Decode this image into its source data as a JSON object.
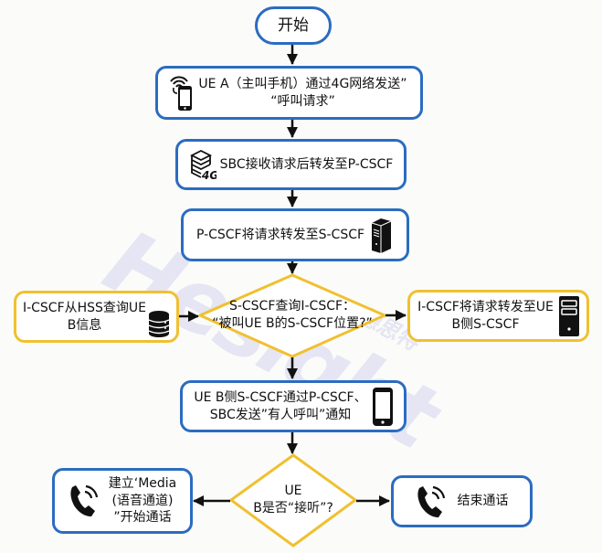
{
  "diagram": {
    "type": "flowchart",
    "colors": {
      "process_border": "#2b6cc0",
      "decision_border": "#f0c030",
      "arrow": "#111111",
      "watermark": "#9696e1"
    },
    "watermark": {
      "brand": "Hesight",
      "brand_cn": "德思特"
    },
    "nodes": {
      "start": {
        "label": "开始",
        "shape": "terminal"
      },
      "ue_a_send": {
        "label": "UE A（主叫手机）通过4G网络发送”\n“呼叫请求”",
        "icon": "wifi-phone-icon"
      },
      "sbc_forward": {
        "label": "SBC接收请求后转发至P-CSCF",
        "icon": "4g-server-stack-icon"
      },
      "pcscf_forward": {
        "label": "P-CSCF将请求转发至S-CSCF",
        "icon": "server-tower-icon"
      },
      "scscf_query": {
        "label": "S-CSCF查询I-CSCF：\n“被叫UE B的S-CSCF位置?”",
        "shape": "decision"
      },
      "icscf_hss": {
        "label": "I-CSCF从HSS查询UE\nB信息",
        "icon": "database-icon"
      },
      "icscf_forward": {
        "label": "I-CSCF将请求转发至UE\nB侧S-CSCF",
        "icon": "server-icon"
      },
      "ue_b_notify": {
        "label": "UE B侧S-CSCF通过P-CSCF、\nSBC发送”有人呼叫”通知",
        "icon": "phone-icon"
      },
      "ue_b_answer": {
        "label": "UE\nB是否“接听”?",
        "shape": "decision"
      },
      "media_start": {
        "label": "建立‘Media\n(语音通道)\n”开始通话",
        "icon": "phone-call-icon"
      },
      "end_call": {
        "label": "结束通话",
        "icon": "phone-call-icon"
      }
    },
    "edges": [
      {
        "from": "start",
        "to": "ue_a_send"
      },
      {
        "from": "ue_a_send",
        "to": "sbc_forward"
      },
      {
        "from": "sbc_forward",
        "to": "pcscf_forward"
      },
      {
        "from": "pcscf_forward",
        "to": "scscf_query"
      },
      {
        "from": "icscf_hss",
        "to": "scscf_query"
      },
      {
        "from": "scscf_query",
        "to": "icscf_forward"
      },
      {
        "from": "scscf_query",
        "to": "ue_b_notify"
      },
      {
        "from": "ue_b_notify",
        "to": "ue_b_answer"
      },
      {
        "from": "ue_b_answer",
        "to": "media_start"
      },
      {
        "from": "ue_b_answer",
        "to": "end_call"
      }
    ]
  }
}
